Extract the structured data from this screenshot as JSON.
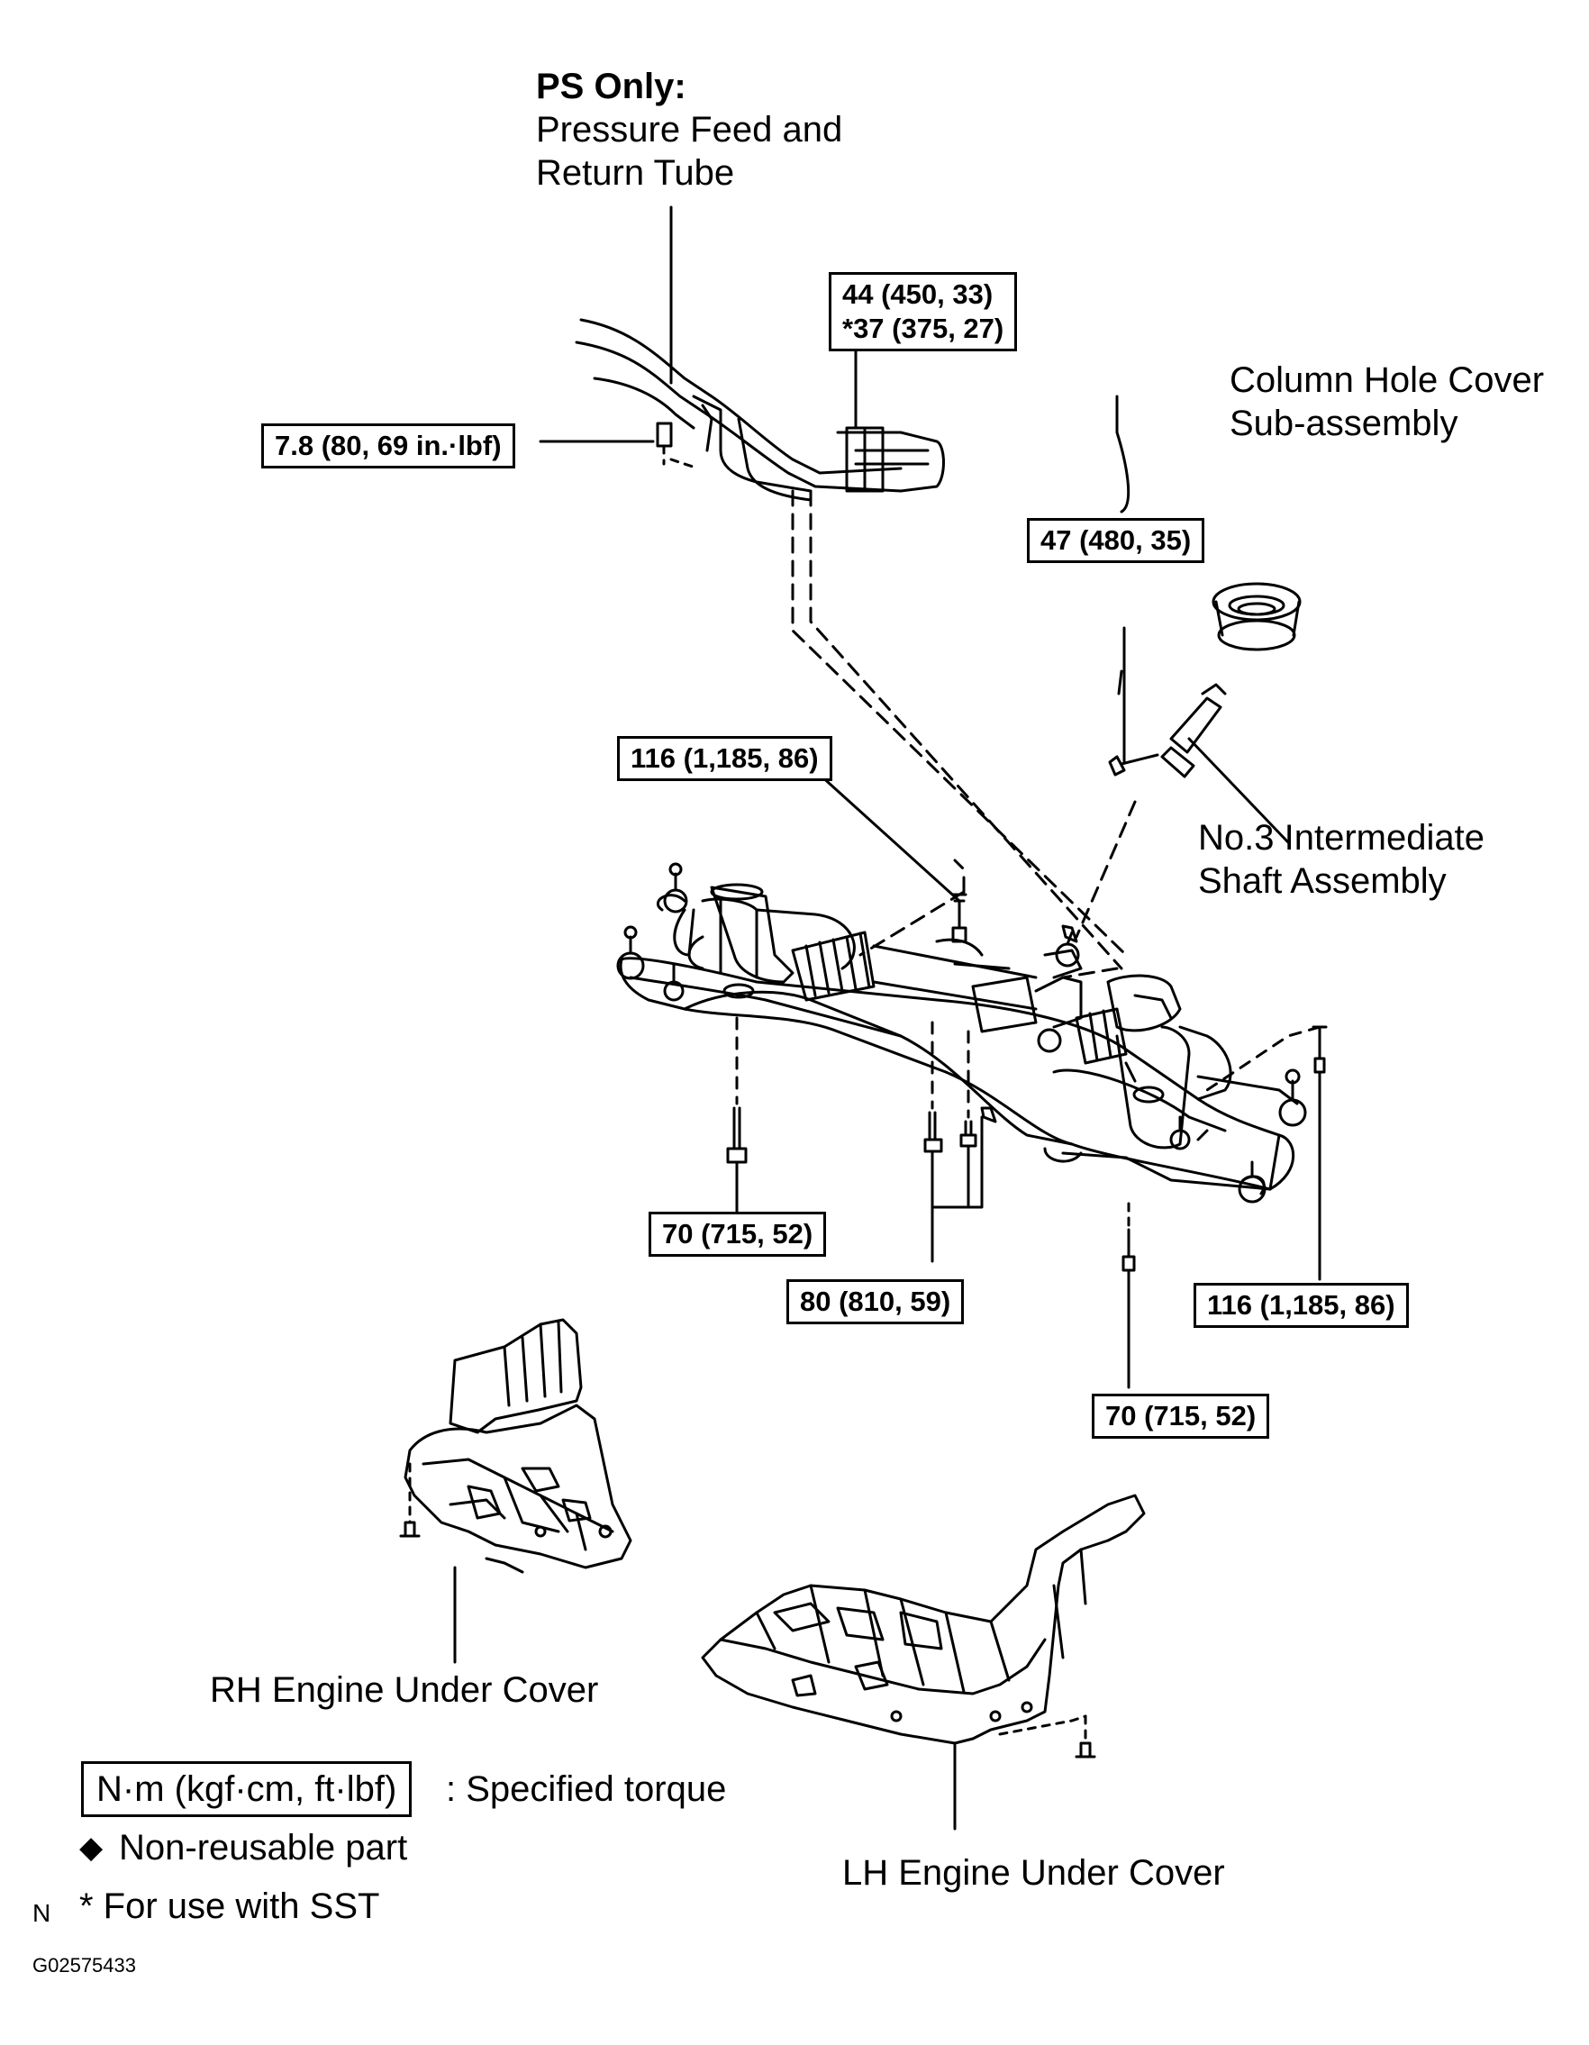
{
  "labels": {
    "ps_only": "PS Only:",
    "pressure_feed_line1": "Pressure Feed and",
    "pressure_feed_line2": "Return Tube",
    "column_hole_line1": "Column Hole Cover",
    "column_hole_line2": "Sub-assembly",
    "intermediate_line1": "No.3 Intermediate",
    "intermediate_line2": "Shaft Assembly",
    "rh_cover": "RH Engine Under Cover",
    "lh_cover": "LH Engine Under Cover"
  },
  "torque": {
    "tube_union_line1": "44 (450, 33)",
    "tube_union_line2": "*37 (375, 27)",
    "clamp_bolt": "7.8 (80, 69 in.·lbf)",
    "shaft_bolt": "47 (480, 35)",
    "rack_bolt_upper": "116 (1,185, 86)",
    "rear_left": "70 (715, 52)",
    "center": "80 (810, 59)",
    "rack_bolt_right": "116 (1,185, 86)",
    "rear_right": "70 (715, 52)"
  },
  "legend": {
    "box_text": "N·m (kgf·cm, ft·lbf)",
    "specified": ": Specified torque",
    "diamond": "◆",
    "non_reusable": "Non-reusable part",
    "sst": "* For use with SST"
  },
  "footer": {
    "n_mark": "N",
    "figure_id": "G02575433"
  }
}
